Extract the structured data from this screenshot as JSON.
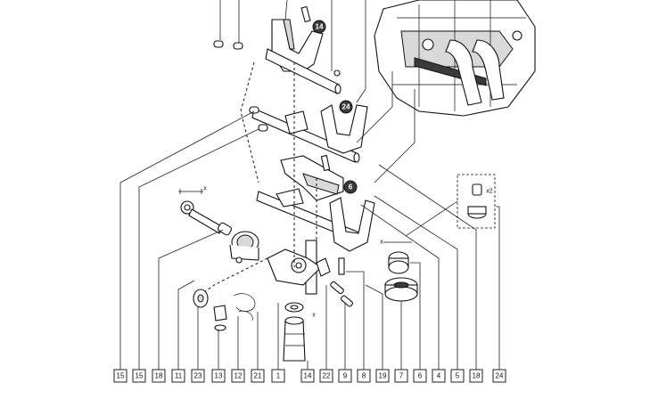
{
  "callouts": [
    {
      "id": "badge-14",
      "text": "14"
    },
    {
      "id": "badge-24",
      "text": "24"
    },
    {
      "id": "badge-6",
      "text": "6"
    }
  ],
  "inset_label": "x2",
  "dimension_label_x": "x",
  "bottom_labels": [
    "15",
    "15",
    "18",
    "11",
    "23",
    "13",
    "12",
    "21",
    "1",
    "14",
    "22",
    "9",
    "8",
    "19",
    "7",
    "6",
    "4",
    "5",
    "18",
    "24"
  ]
}
